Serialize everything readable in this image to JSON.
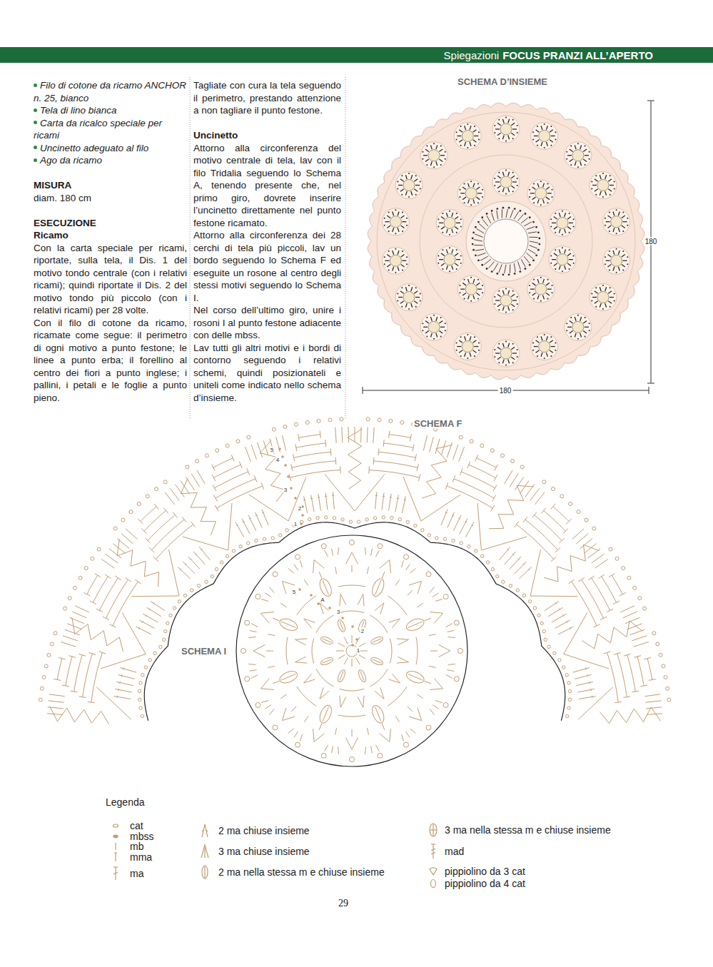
{
  "diagram": {
    "nodes": [
      {
        "text": [
          "Spiegazioni",
          "FOCUS PRANZI ALL’APERTO"
        ]
      }
    ],
    "labels": [
      "Filo di cotone da ricamo ANCHOR n. 25, bianco",
      "Tela di lino bianca",
      "Carta da ricalco speciale per ricami",
      "Uncinetto adeguato al filo",
      "Ago da ricamo",
      "MISURA",
      "diam. 180 cm",
      "ESECUZIONE",
      "Ricamo",
      "Con la carta speciale per ricami, riportate, sulla tela, il Dis. 1 del motivo tondo centrale (con i relativi ricami); quindi riportate il Dis. 2 del motivo tondo più piccolo (con i relativi ricami) per 28 volte.",
      "Con il filo di cotone da ricamo, ricamate come segue: il perimetro di ogni motivo a punto festone; le linee a punto erba; il forellino al centro dei fiori a punto inglese; i pallini, i petali e le foglie a punto pieno.",
      "Tagliate con cura la tela seguendo il perimetro, prestando attenzione a non tagliare il punto festone.",
      "Uncinetto",
      "Attorno alla circonferenza del motivo centrale di tela, lav con il filo Tridalia seguendo lo Schema A, tenendo presente che, nel primo giro, dovrete inserire l’uncinetto direttamente nel punto festone ricamato.",
      "Attorno alla circonferenza dei 28 cerchi di tela più piccoli, lav un bordo seguendo lo Schema F ed eseguite un rosone al centro degli stessi motivi seguendo lo Schema I.",
      "Nel corso dell’ultimo giro, unire i rosoni I al punto festone adiacente con delle mbss.",
      "Lav tutti gli altri motivi e i bordi di contorno seguendo i relativi schemi, quindi posizionateli e uniteli come indicato nello schema d’insieme.",
      "SCHEMA D’INSIEME",
      "180",
      "180",
      "SCHEMA F",
      "5",
      "4",
      "3",
      "2",
      "1",
      "SCHEMA I",
      "5",
      "A",
      "3",
      "2",
      "1",
      "Legenda",
      "29"
    ],
    "legend": [
      {
        "text": "cat"
      },
      {
        "text": "mbss"
      },
      {
        "text": "mb"
      },
      {
        "text": "mma"
      },
      {
        "text": "ma"
      },
      {
        "text": "2 ma chiuse insieme"
      },
      {
        "text": "3 ma chiuse insieme"
      },
      {
        "text": "2 ma nella stessa m e chiuse insieme"
      },
      {
        "text": "3 ma nella stessa m e chiuse insieme"
      },
      {
        "text": "mad"
      },
      {
        "text": "pippiolino da 3 cat"
      },
      {
        "text": "pippiolino da 4 cat"
      }
    ]
  }
}
